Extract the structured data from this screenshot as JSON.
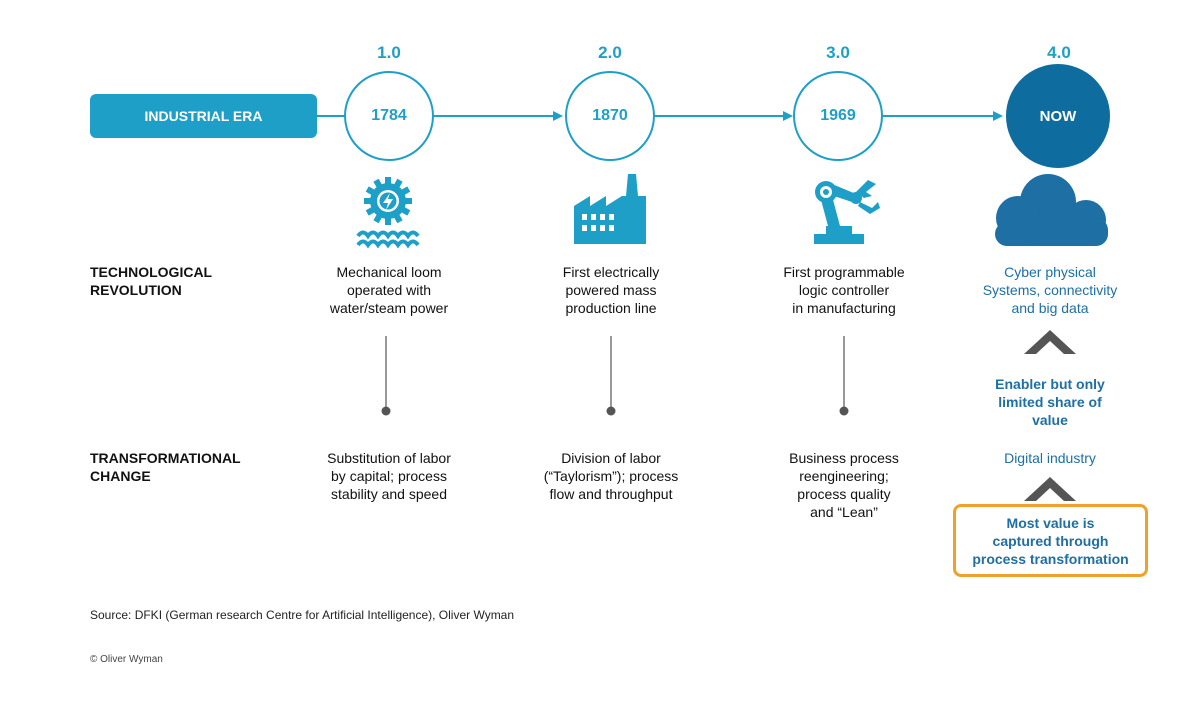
{
  "header": {
    "era_label": "INDUSTRIAL ERA"
  },
  "eras": [
    {
      "version": "1.0",
      "year": "1784",
      "technology": [
        "Mechanical loom",
        "operated with",
        "water/steam power"
      ],
      "transformation": [
        "Substitution of labor",
        "by capital; process",
        "stability and speed"
      ],
      "icon": "water-power-icon"
    },
    {
      "version": "2.0",
      "year": "1870",
      "technology": [
        "First electrically",
        "powered mass",
        "production line"
      ],
      "transformation": [
        "Division of labor",
        "(“Taylorism”); process",
        "flow and throughput"
      ],
      "icon": "factory-icon"
    },
    {
      "version": "3.0",
      "year": "1969",
      "technology": [
        "First programmable",
        "logic controller",
        "in manufacturing"
      ],
      "transformation": [
        "Business process",
        "reengineering;",
        "process quality",
        "and “Lean”"
      ],
      "icon": "robot-arm-icon"
    },
    {
      "version": "4.0",
      "year": "NOW",
      "technology": [
        "Cyber physical",
        "Systems, connectivity",
        "and big data"
      ],
      "transformation": [
        "Digital industry"
      ],
      "icon": "cloud-icon"
    }
  ],
  "rows": {
    "technological": [
      "TECHNOLOGICAL",
      "REVOLUTION"
    ],
    "transformational": [
      "TRANSFORMATIONAL",
      "CHANGE"
    ]
  },
  "enabler": [
    "Enabler but only",
    "limited share of",
    "value"
  ],
  "highlight": [
    "Most value is",
    "captured through",
    "process transformation"
  ],
  "source": "Source: DFKI (German research Centre for Artificial Intelligence), Oliver Wyman",
  "copyright": "© Oliver Wyman",
  "colors": {
    "accent": "#1e9fc8",
    "dark_blue": "#0f6c9f",
    "text_blue": "#1d6fa4",
    "highlight_border": "#f0a12c",
    "chevron": "#555555"
  }
}
